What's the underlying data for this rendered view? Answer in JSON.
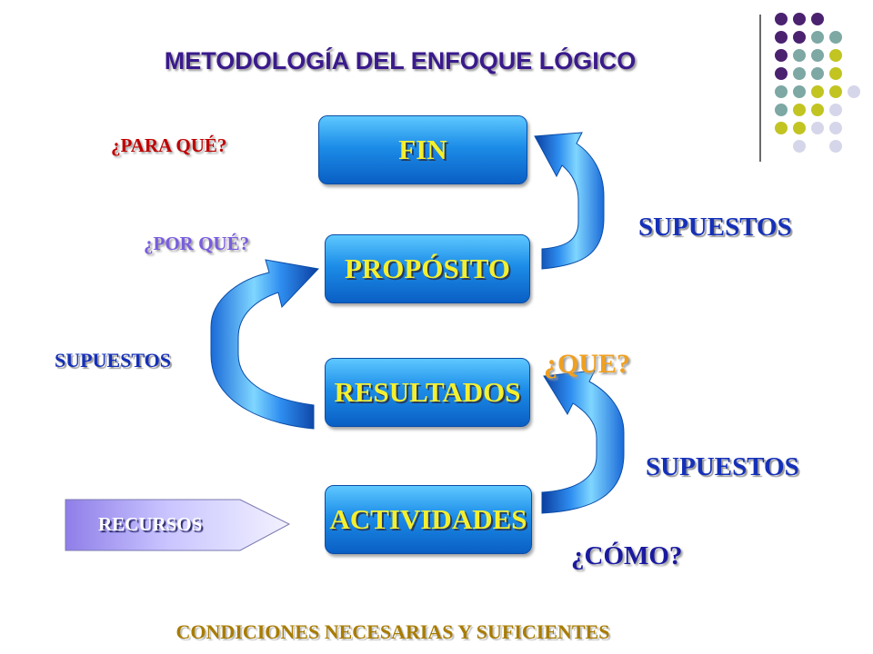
{
  "title": "METODOLOGÍA DEL ENFOQUE LÓGICO",
  "levels": {
    "fin": "FIN",
    "proposito": "PROPÓSITO",
    "resultados": "RESULTADOS",
    "actividades": "ACTIVIDADES"
  },
  "questions": {
    "para_que": "¿PARA QUÉ?",
    "por_que": "¿POR QUÉ?",
    "que": "¿QUE?",
    "como": "¿CÓMO?"
  },
  "supuestos": {
    "top_right": "SUPUESTOS",
    "left": "SUPUESTOS",
    "bottom_right": "SUPUESTOS"
  },
  "recursos": "RECURSOS",
  "footer": "CONDICIONES NECESARIAS Y SUFICIENTES",
  "colors": {
    "title": "#3a1a8c",
    "para_que": "#c00000",
    "por_que": "#7a5ce0",
    "que": "#f0a020",
    "como": "#1a1aa0",
    "box_text": "#f3ef30",
    "supuestos": "#1530b8",
    "footer": "#a87c00",
    "dot_purple": "#4b2270",
    "dot_teal": "#7da8a4",
    "dot_olive": "#c2c422",
    "dot_lavender": "#d6d6ea"
  }
}
